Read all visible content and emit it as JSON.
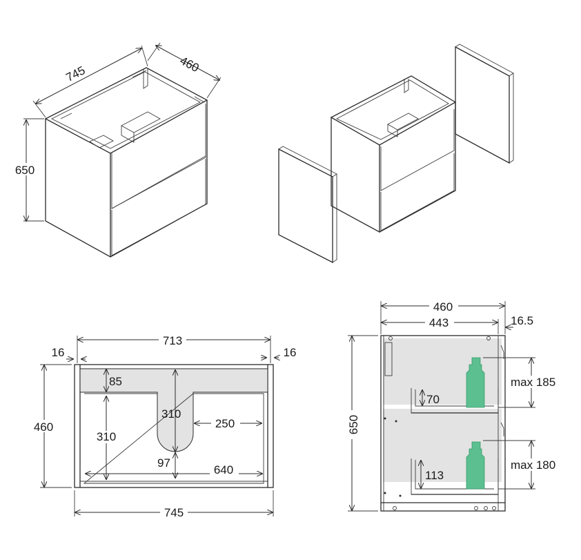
{
  "colors": {
    "line": "#2a2a2a",
    "fill_grey": "#e3e3e3",
    "bottle_green": "#5bbf8f"
  },
  "iso_closed": {
    "width": "745",
    "depth": "460",
    "height": "650"
  },
  "top_view": {
    "inner_width": "713",
    "left_side": "16",
    "right_side": "16",
    "depth": "460",
    "outer_width": "745",
    "back_depth": "85",
    "cutout_depth": "310",
    "cutout_offset": "250",
    "cutout_bottom": "97",
    "drawer_inner_width": "640",
    "drawer_depth": "310"
  },
  "side_view": {
    "outer_depth": "460",
    "inner_depth": "443",
    "front": "16.5",
    "height": "650",
    "upper_clearance": "max 185",
    "upper_drawer_height": "70",
    "lower_clearance": "max 180",
    "lower_drawer_height": "113"
  }
}
